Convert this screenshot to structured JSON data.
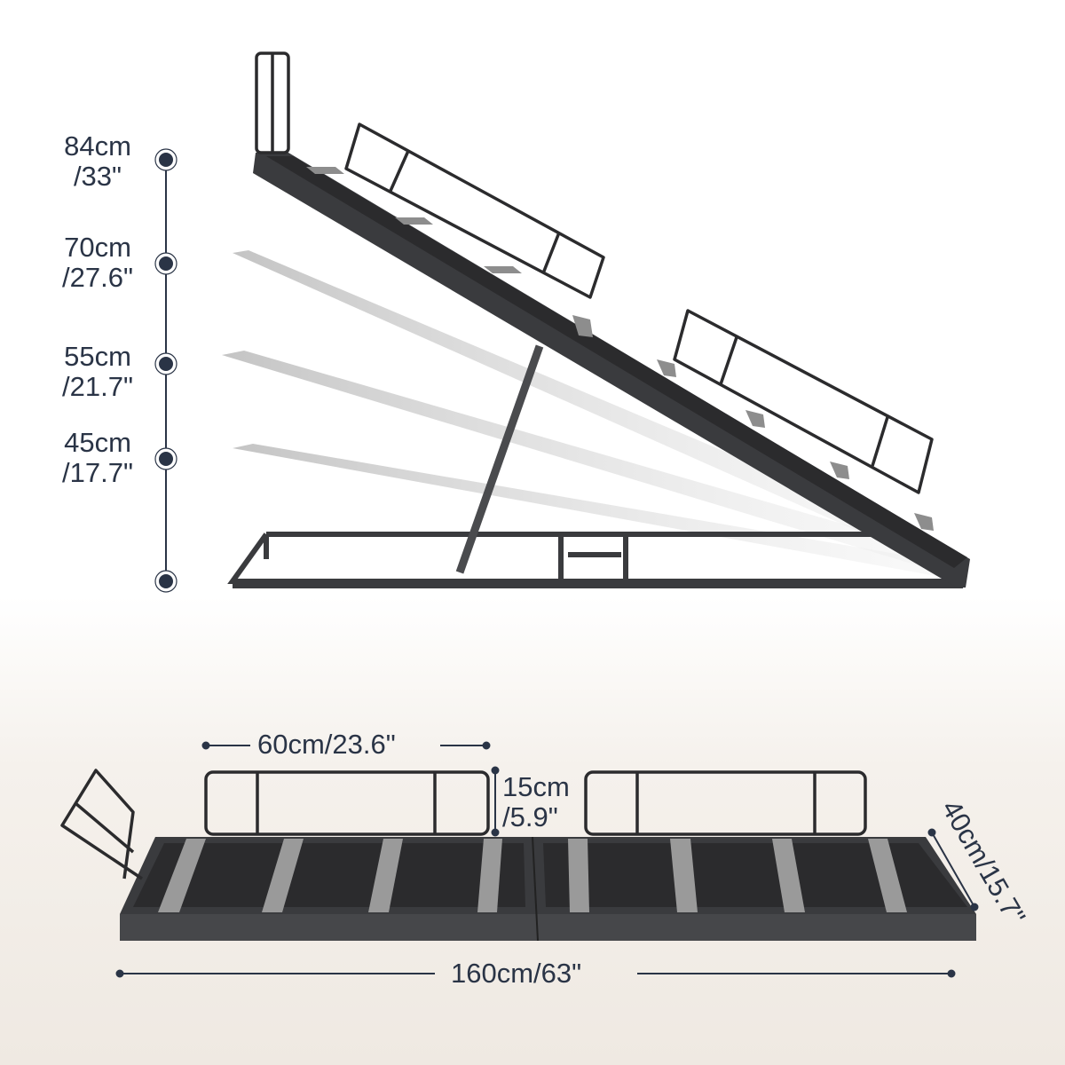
{
  "height_levels": [
    {
      "cm": "84cm",
      "inch": "/33\""
    },
    {
      "cm": "70cm",
      "inch": "/27.6\""
    },
    {
      "cm": "55cm",
      "inch": "/21.7\""
    },
    {
      "cm": "45cm",
      "inch": "/17.7\""
    }
  ],
  "dimensions": {
    "rail_length": "60cm/23.6\"",
    "rail_height_cm": "15cm",
    "rail_height_in": "/5.9\"",
    "width": "40cm/15.7\"",
    "length": "160cm/63\""
  },
  "colors": {
    "text": "#2a3446",
    "frame": "#3a3b3e",
    "mat": "#2b2b2d",
    "stripe": "#9a9a9a",
    "ghost": "#cfcfcf"
  }
}
